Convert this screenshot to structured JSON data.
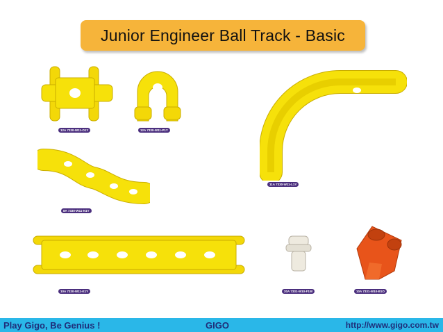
{
  "title": "Junior Engineer Ball Track - Basic",
  "colors": {
    "yellow": "#f6e10a",
    "orange": "#f6b43a",
    "footer": "#2ab7e8",
    "label": "#4b2f7e",
    "red_part": "#e8541a",
    "white_part": "#eeeadf"
  },
  "parts": [
    {
      "label": "12A  7330-W11-O1Y"
    },
    {
      "label": "12A  7330-W11-P1Y"
    },
    {
      "label": "11A  7330-W11-L1Y"
    },
    {
      "label": "8A  7330-W11-N1Y"
    },
    {
      "label": "10A  7330-W11-K1Y"
    },
    {
      "label": "20A  7331-W10-F1W"
    },
    {
      "label": "10A  7331-W10-B1O"
    }
  ],
  "footer": {
    "slogan": "Play Gigo, Be Genius !",
    "brand": "GIGO",
    "url": "http://www.gigo.com.tw"
  }
}
